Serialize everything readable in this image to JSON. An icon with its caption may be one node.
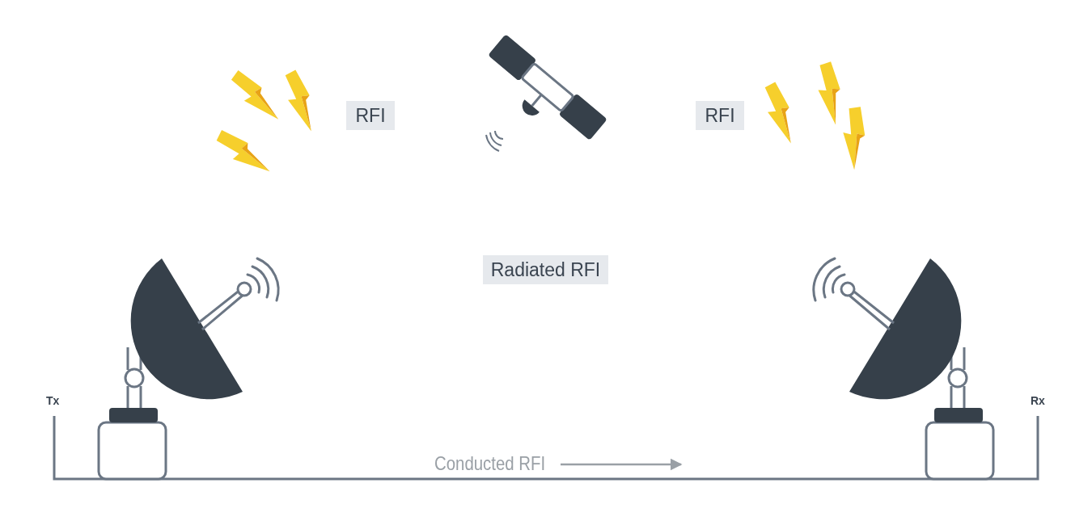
{
  "diagram": {
    "nodes": [
      {
        "text": [
          "RFI"
        ]
      },
      {
        "text": [
          "RFI"
        ]
      },
      {
        "text": [
          "Radiated RFI"
        ]
      }
    ],
    "labels": [
      "Tx",
      "Rx",
      "Conducted RFI"
    ]
  }
}
